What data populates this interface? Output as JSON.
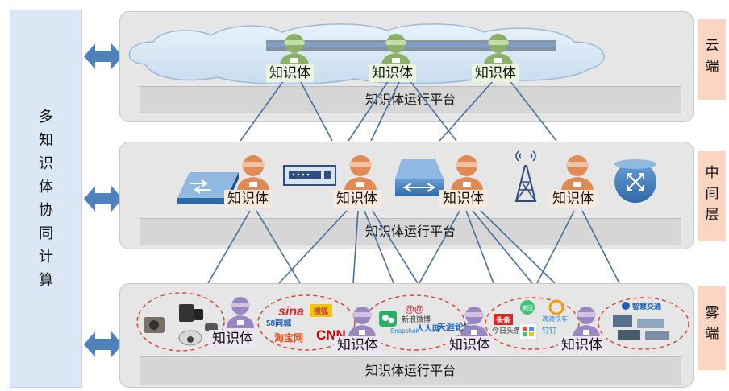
{
  "left_bar": {
    "title_chars": [
      "多",
      "知",
      "识",
      "体",
      "协",
      "同",
      "计",
      "算"
    ]
  },
  "layers": {
    "cloud": {
      "side_label": "云\n端",
      "platform": "知识体运行平台",
      "agents": [
        "知识体",
        "知识体",
        "知识体"
      ]
    },
    "middle": {
      "side_label": "中\n间\n层",
      "platform": "知识体运行平台",
      "agents": [
        "知识体",
        "知识体",
        "知识体",
        "知识体"
      ]
    },
    "fog": {
      "side_label": "雾\n端",
      "platform": "知识体运行平台",
      "agents": [
        "知识体",
        "知识体",
        "知识体",
        "知识体"
      ],
      "device_logos": [
        "sina",
        "搜狐",
        "淘宝网",
        "CNN",
        "58同城",
        "人人网",
        "今日头条",
        "头条",
        "滴滴快车",
        "美团",
        "钉钉",
        "天涯论坛",
        "智慧交通"
      ]
    }
  },
  "colors": {
    "left_bar": "#dbe7f4",
    "panel": "#e6e6e6",
    "side_label": "#f9d5c2",
    "arrow": "#4f81bd",
    "links": "#4a6f9e",
    "agent_cloud": "#8bb067",
    "agent_mid": "#e08a56",
    "agent_fog": "#9a86c0",
    "dashed": "#d9402b"
  }
}
